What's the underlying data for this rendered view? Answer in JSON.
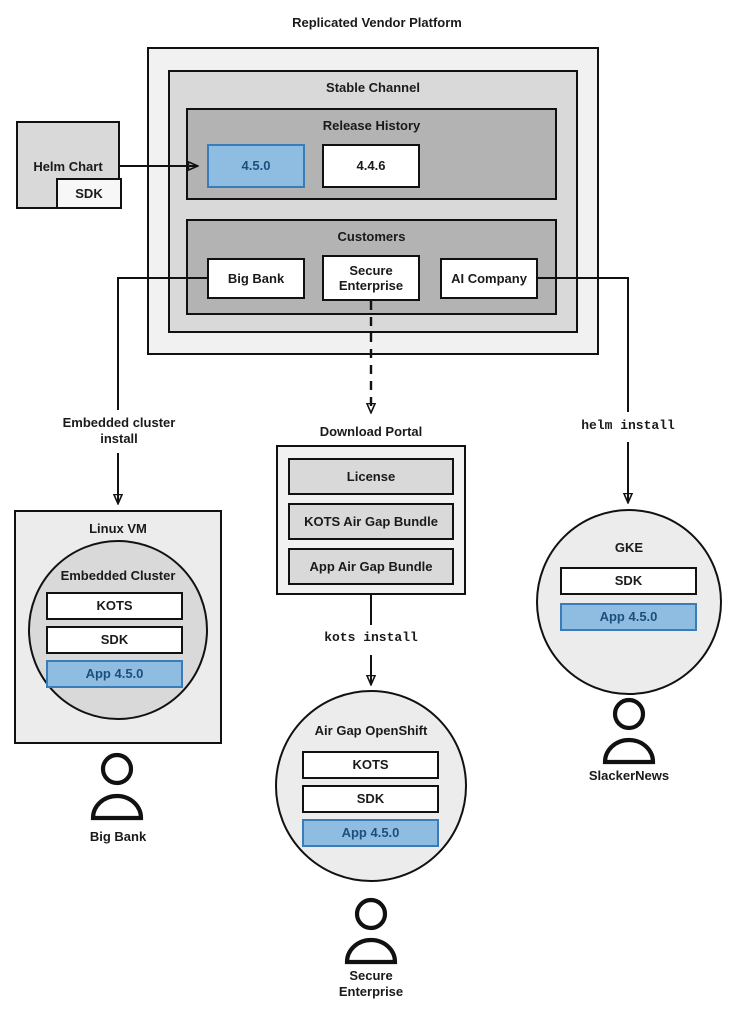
{
  "diagram": {
    "title": "Replicated Vendor Platform",
    "platform": {
      "stable_channel": {
        "title": "Stable Channel",
        "release_history": {
          "title": "Release History",
          "releases": [
            {
              "label": "4.5.0",
              "state": "current"
            },
            {
              "label": "4.4.6",
              "state": "previous"
            }
          ]
        },
        "customers": {
          "title": "Customers",
          "items": [
            {
              "label": "Big Bank"
            },
            {
              "label": "Secure\nEnterprise"
            },
            {
              "label": "AI Company"
            }
          ]
        }
      }
    },
    "helm_chart": {
      "title": "Helm Chart",
      "sdk_label": "SDK"
    },
    "flows": [
      {
        "label": "Embedded cluster\ninstall",
        "style": "plain"
      },
      {
        "label": "kots install",
        "style": "mono"
      },
      {
        "label": "helm install",
        "style": "mono"
      }
    ],
    "download_portal": {
      "title": "Download Portal",
      "artifacts": [
        {
          "label": "License"
        },
        {
          "label": "KOTS Air Gap Bundle"
        },
        {
          "label": "App Air Gap Bundle"
        }
      ]
    },
    "environments": [
      {
        "name": "linux-vm",
        "title": "Linux VM",
        "inner_title": "Embedded Cluster",
        "components": [
          {
            "label": "KOTS",
            "state": "plain"
          },
          {
            "label": "SDK",
            "state": "plain"
          },
          {
            "label": "App 4.5.0",
            "state": "current"
          }
        ],
        "customer": "Big Bank"
      },
      {
        "name": "air-gap-openshift",
        "title": "Air Gap OpenShift",
        "inner_title": "",
        "components": [
          {
            "label": "KOTS",
            "state": "plain"
          },
          {
            "label": "SDK",
            "state": "plain"
          },
          {
            "label": "App 4.5.0",
            "state": "current"
          }
        ],
        "customer": "Secure\nEnterprise"
      },
      {
        "name": "gke",
        "title": "GKE",
        "inner_title": "",
        "components": [
          {
            "label": "SDK",
            "state": "plain"
          },
          {
            "label": "App 4.5.0",
            "state": "current"
          }
        ],
        "customer": "SlackerNews"
      }
    ],
    "colors": {
      "accent_blue_fill": "#8fbde2",
      "accent_blue_border": "#3a7cb8",
      "accent_blue_text": "#1d4f7d",
      "level0_bg": "#f1f1f1",
      "level1_bg": "#d9d9d9",
      "level2_bg": "#b3b3b3",
      "stroke": "#111111",
      "page_bg": "#ffffff"
    }
  }
}
